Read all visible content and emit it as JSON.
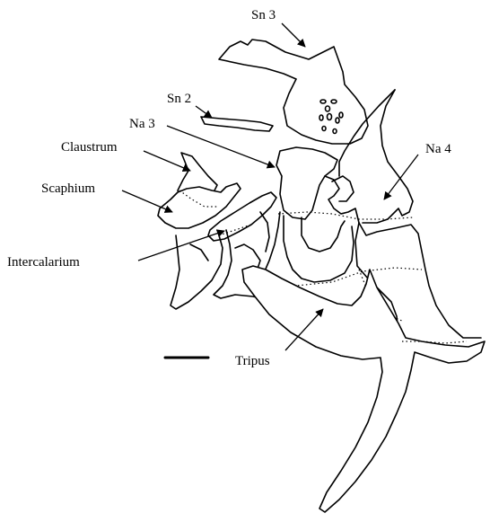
{
  "labels": {
    "sn3": "Sn 3",
    "sn2": "Sn 2",
    "na3": "Na 3",
    "na4": "Na 4",
    "claustrum": "Claustrum",
    "scaphium": "Scaphium",
    "intercalarium": "Intercalarium",
    "tripus": "Tripus"
  }
}
